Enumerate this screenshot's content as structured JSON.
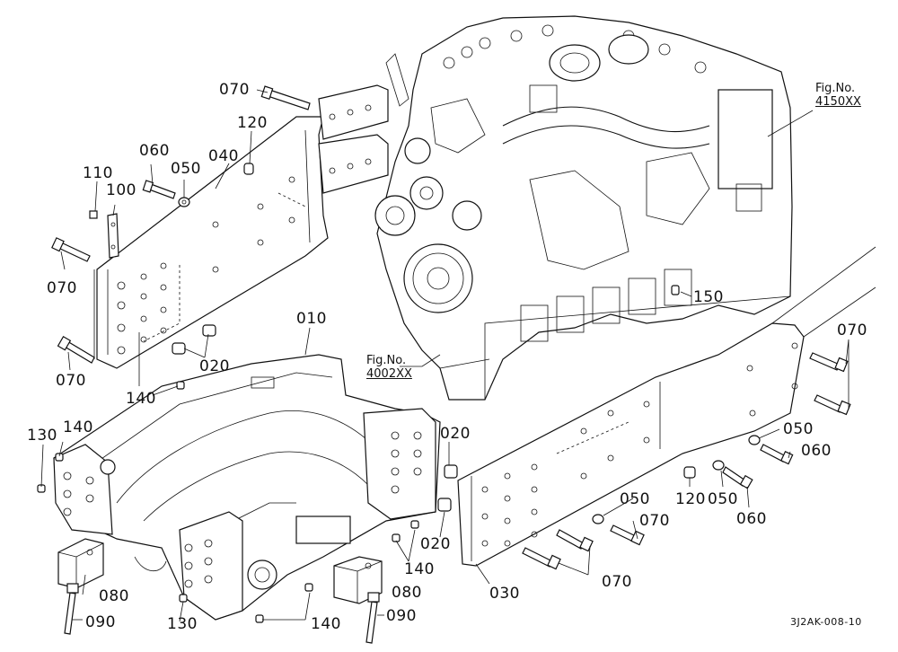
{
  "figure_refs": [
    {
      "prefix": "Fig.No.",
      "ref": "4150XX"
    },
    {
      "prefix": "Fig.No.",
      "ref": "4002XX"
    }
  ],
  "part_labels": {
    "p070_top": "070",
    "p120_top": "120",
    "p040": "040",
    "p060_top": "060",
    "p050_top": "050",
    "p110": "110",
    "p100": "100",
    "p070_left": "070",
    "p070_left2": "070",
    "p010": "010",
    "p020_left": "020",
    "p140_mid": "140",
    "p130_left": "130",
    "p140_left": "140",
    "p020_mid": "020",
    "p020_mid2": "020",
    "p140_right": "140",
    "p080_left": "080",
    "p090_left": "090",
    "p130_bottom": "130",
    "p140_bottom": "140",
    "p080_right": "080",
    "p090_right": "090",
    "p030": "030",
    "p050_mid": "050",
    "p070_mid": "070",
    "p070_bottom": "070",
    "p120_right": "120",
    "p050_right": "050",
    "p060_right": "060",
    "p050_far": "050",
    "p060_far": "060",
    "p070_right": "070",
    "p150": "150"
  },
  "drawing_code": "3J2AK-008-10"
}
